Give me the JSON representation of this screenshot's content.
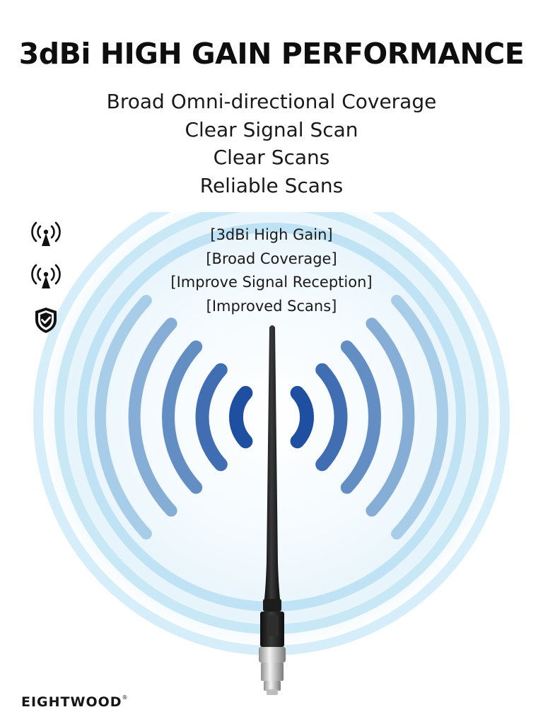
{
  "headline": "3dBi HIGH GAIN PERFORMANCE",
  "features": [
    "Broad Omni-directional Coverage",
    "Clear Signal Scan",
    "Clear Scans",
    "Reliable Scans"
  ],
  "tags": [
    "[3dBi High Gain]",
    "[Broad Coverage]",
    "[Improve Signal Reception]",
    "[Improved Scans]"
  ],
  "side_icons": [
    "antenna-signal-icon",
    "antenna-signal-icon",
    "shield-check-icon"
  ],
  "brand": {
    "name": "EIGHTWOOD",
    "mark": "®"
  },
  "colors": {
    "wave_dark": "#1f4fa0",
    "wave_light": "#bfe3f5",
    "antenna": "#1c1c1c",
    "connector": "#c9c9c9"
  }
}
